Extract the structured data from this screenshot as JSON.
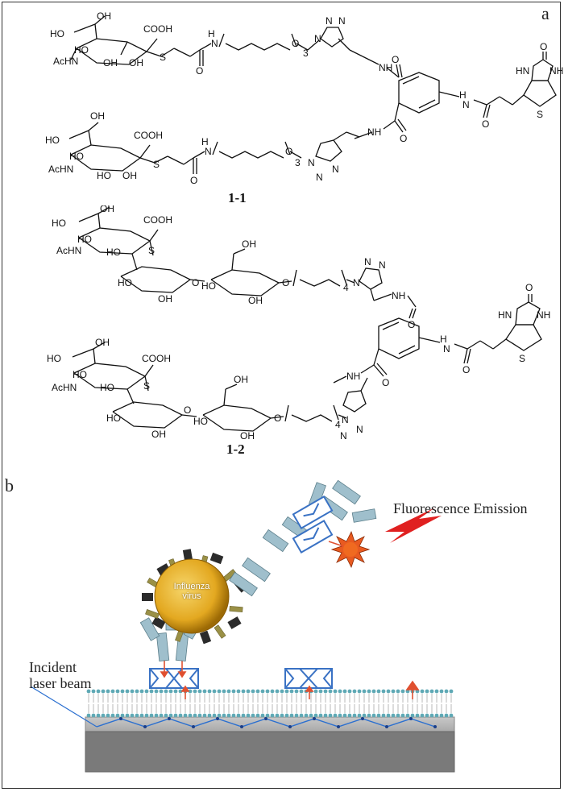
{
  "panel_a": {
    "letter": "a",
    "compounds": [
      {
        "label": "1-1"
      },
      {
        "label": "1-2"
      }
    ],
    "chem_text": {
      "ho": "HO",
      "oh": "OH",
      "cooh": "COOH",
      "achn": "AcHN",
      "s": "S",
      "h": "H",
      "n": "N",
      "o": "O",
      "nh": "NH",
      "hn": "HN",
      "three": "3",
      "four": "4"
    }
  },
  "panel_b": {
    "letter": "b",
    "fluorescence_label": "Fluorescence Emission",
    "incident_label_line1": "Incident",
    "incident_label_line2": "laser beam",
    "virus_label_line1": "Influenza",
    "virus_label_line2": "virus"
  },
  "colors": {
    "antibody": "#9fbfcc",
    "crosslinker": "#3a72c4",
    "arrow": "#e05030",
    "virus_core": "#e3a820",
    "lipid_head": "#5fa9b5",
    "substrate_dark": "#777777",
    "substrate_light": "#bdbdbd",
    "laser": "#2a6fd0",
    "fluorophore": "#e85a20",
    "emission": "#e02020"
  }
}
